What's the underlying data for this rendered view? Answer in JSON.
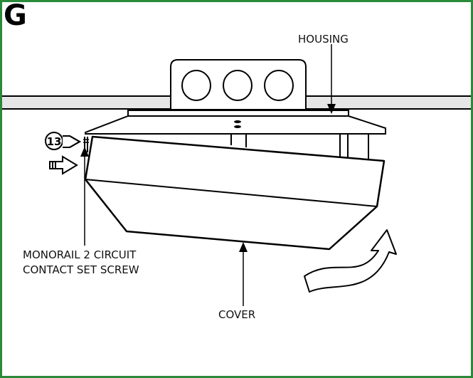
{
  "panel": {
    "letter": "G",
    "frame_color": "#2a8a3a"
  },
  "labels": {
    "housing": "HOUSING",
    "monorail_line1": "MONORAIL 2 CIRCUIT",
    "monorail_line2": "CONTACT SET SCREW",
    "cover": "COVER"
  },
  "callout": {
    "number": "13"
  },
  "icons": {
    "insert_arrow": "push-arrow-icon",
    "rotation_arrow": "curved-rotation-arrow-icon"
  }
}
